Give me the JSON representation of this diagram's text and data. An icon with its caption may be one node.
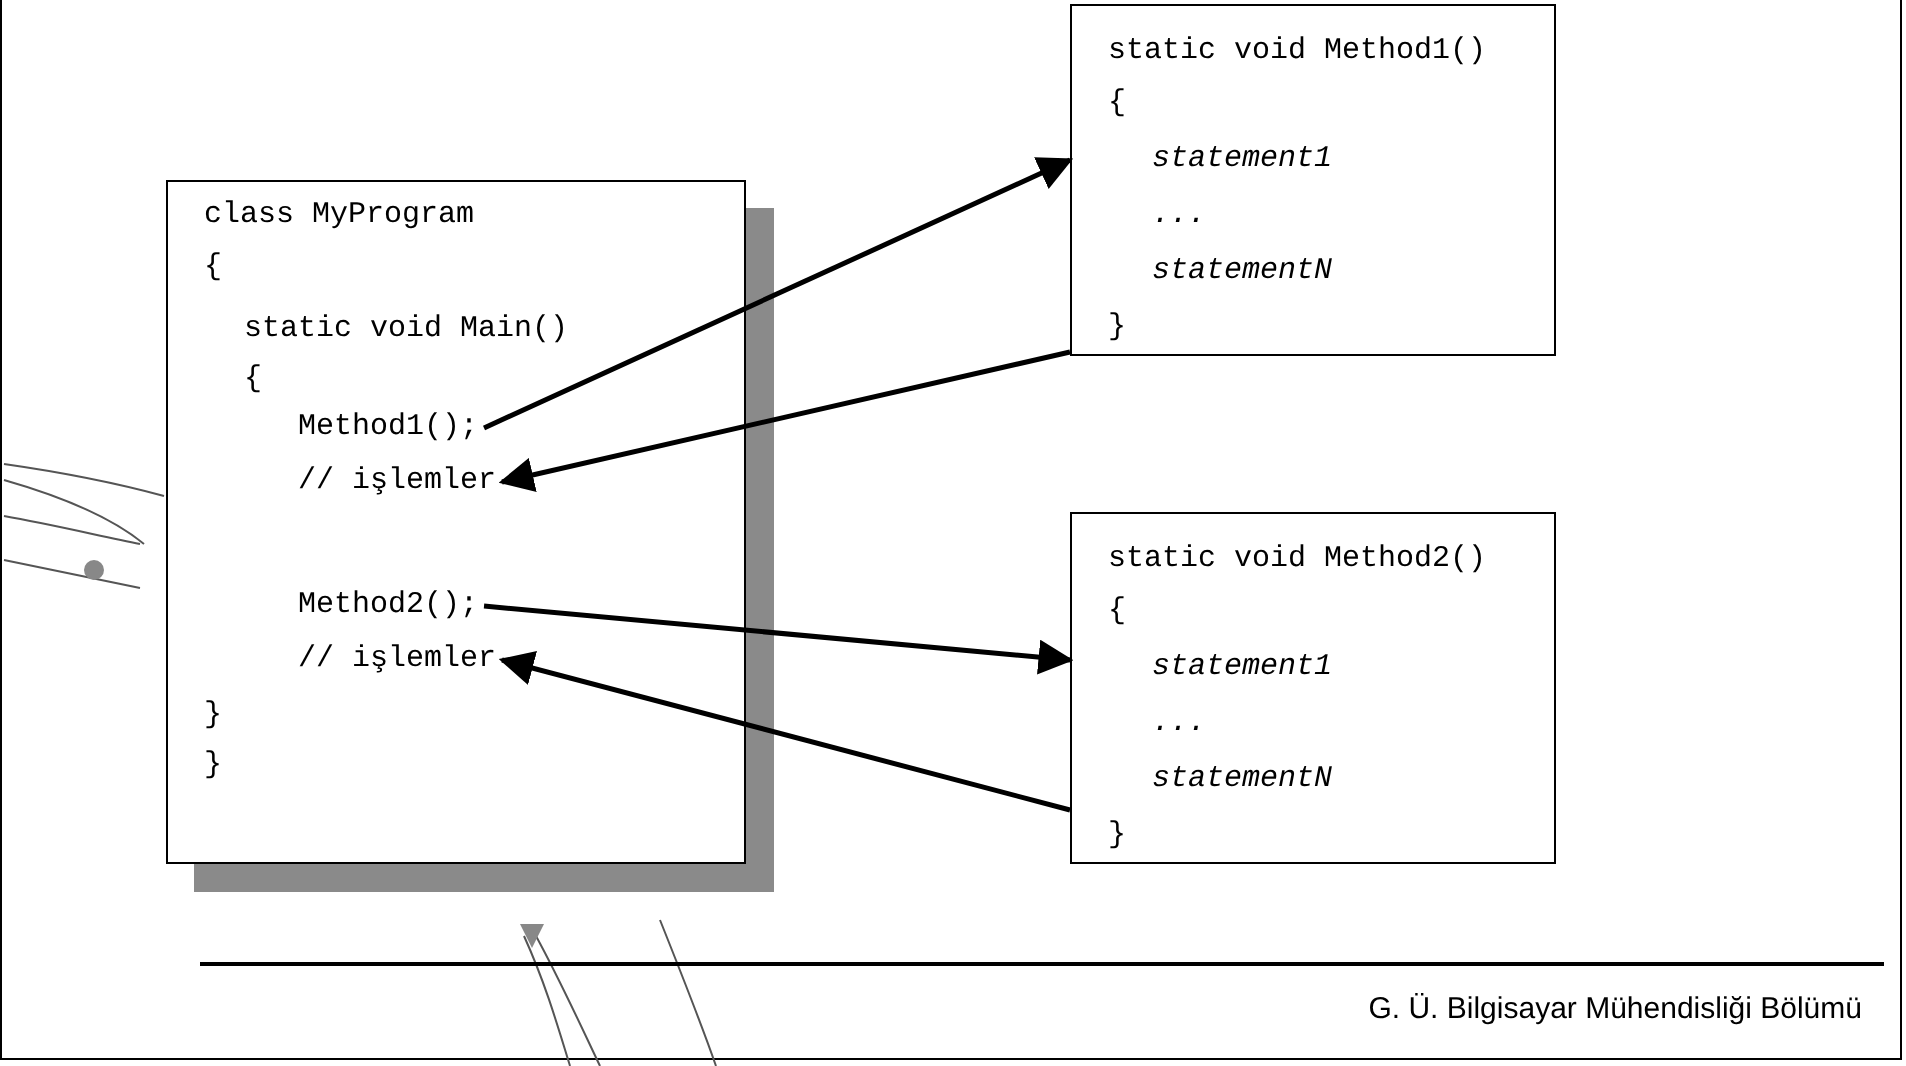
{
  "diagram": {
    "nodes": [
      {
        "text": [
          "class MyProgram",
          "{",
          "static void Main()",
          "{",
          "}",
          "}"
        ]
      },
      {
        "text": [
          "Method1();"
        ],
        "in": 0
      },
      {
        "text": [
          "// işlemler"
        ],
        "in": 0
      },
      {
        "text": [
          "Method2();"
        ],
        "in": 0
      },
      {
        "text": [
          "// işlemler"
        ],
        "in": 0
      },
      {
        "text": [
          "static void Method1()",
          "{",
          "statement1",
          "...",
          "statementN",
          "}"
        ]
      },
      {
        "text": [
          "static void Method2()",
          "{",
          "statement1",
          "...",
          "statementN",
          "}"
        ]
      }
    ],
    "edges": [
      {
        "from": 1,
        "to": 5,
        "arrow": "to"
      },
      {
        "from": 5,
        "to": 2,
        "arrow": "to"
      },
      {
        "from": 3,
        "to": 6,
        "arrow": "to"
      },
      {
        "from": 6,
        "to": 4,
        "arrow": "to"
      }
    ],
    "labels": [
      "G. Ü. Bilgisayar Mühendisliği Bölümü"
    ]
  }
}
